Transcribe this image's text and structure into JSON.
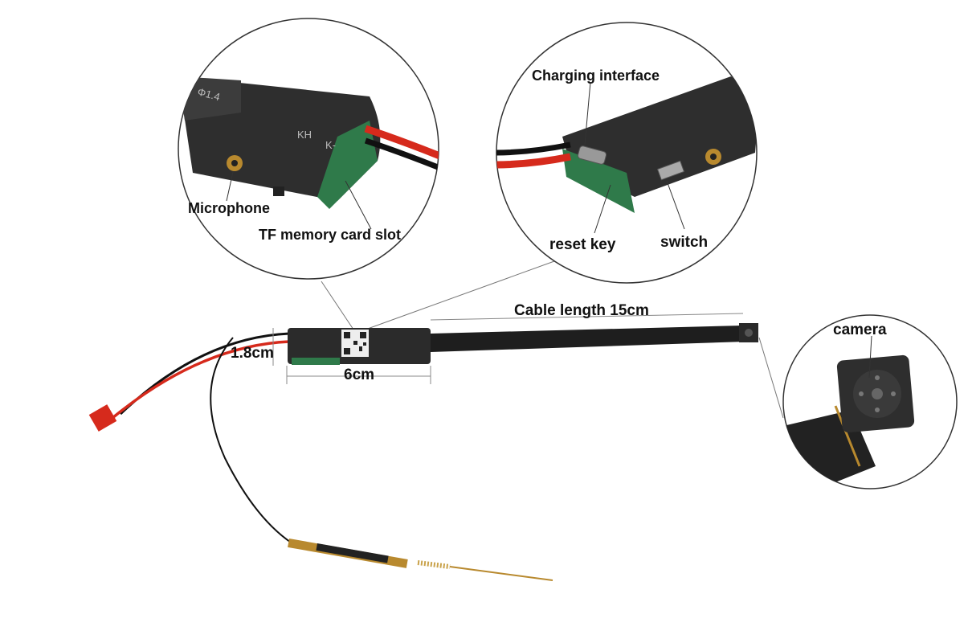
{
  "title": "Camera module component diagram",
  "labels": {
    "microphone": "Microphone",
    "tf_slot": "TF memory card slot",
    "charging": "Charging interface",
    "reset": "reset key",
    "switch": "switch",
    "cable_length": "Cable length 15cm",
    "width": "1.8cm",
    "length": "6cm",
    "camera": "camera"
  },
  "board_markings": {
    "kh": "KH",
    "k": "K-",
    "phi": "Φ1.4"
  },
  "colors": {
    "red_wire": "#d62a1c",
    "board_body": "#2b2b2b",
    "pcb_green": "#2f7a4a",
    "brass": "#b8892e"
  }
}
